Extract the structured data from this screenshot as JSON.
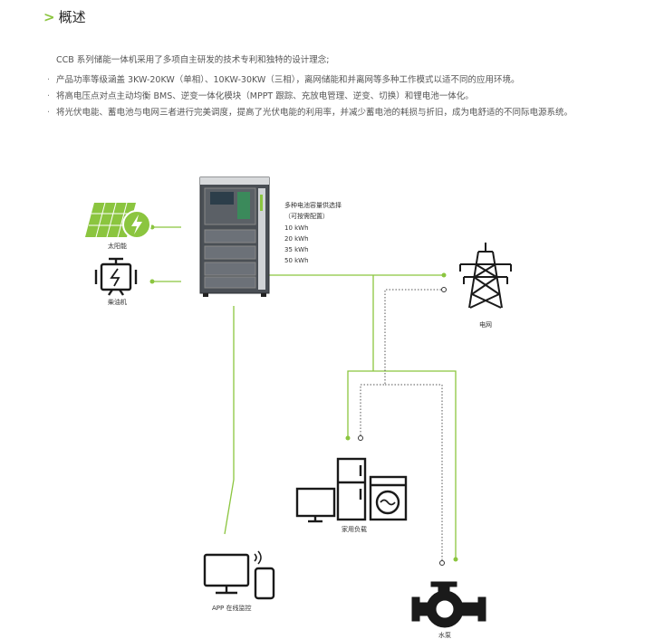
{
  "header": {
    "arrow": ">",
    "title": "概述"
  },
  "intro": "CCB 系列储能一体机采用了多项自主研发的技术专利和独特的设计理念;",
  "bullets": [
    "产品功率等级涵盖 3KW-20KW（单相）、10KW-30KW（三相），离网储能和并离网等多种工作模式以适不同的应用环境。",
    "将高电压点对点主动均衡 BMS、逆变一体化模块（MPPT 跟踪、充放电管理、逆变、切换）和锂电池一体化。",
    "将光伏电能、蓄电池与电网三者进行完美调度，提高了光伏电能的利用率，并减少蓄电池的耗损与折旧，成为电舒适的不同际电源系统。"
  ],
  "bullet_marker": "·",
  "diagram": {
    "battery_title": "多种电池容量供选择",
    "battery_note": "（可按需配置）",
    "capacities": [
      "10 kWh",
      "20 kWh",
      "35 kWh",
      "50 kWh"
    ],
    "labels": {
      "solar": "太阳能",
      "diesel": "柴油机",
      "grid": "电网",
      "appliances": "家用负载",
      "app": "APP 在线监控",
      "pump": "水泵"
    }
  },
  "colors": {
    "accent": "#8bc53f",
    "line": "#8bc53f",
    "dotted": "#555555",
    "icon": "#1a1a1a"
  }
}
